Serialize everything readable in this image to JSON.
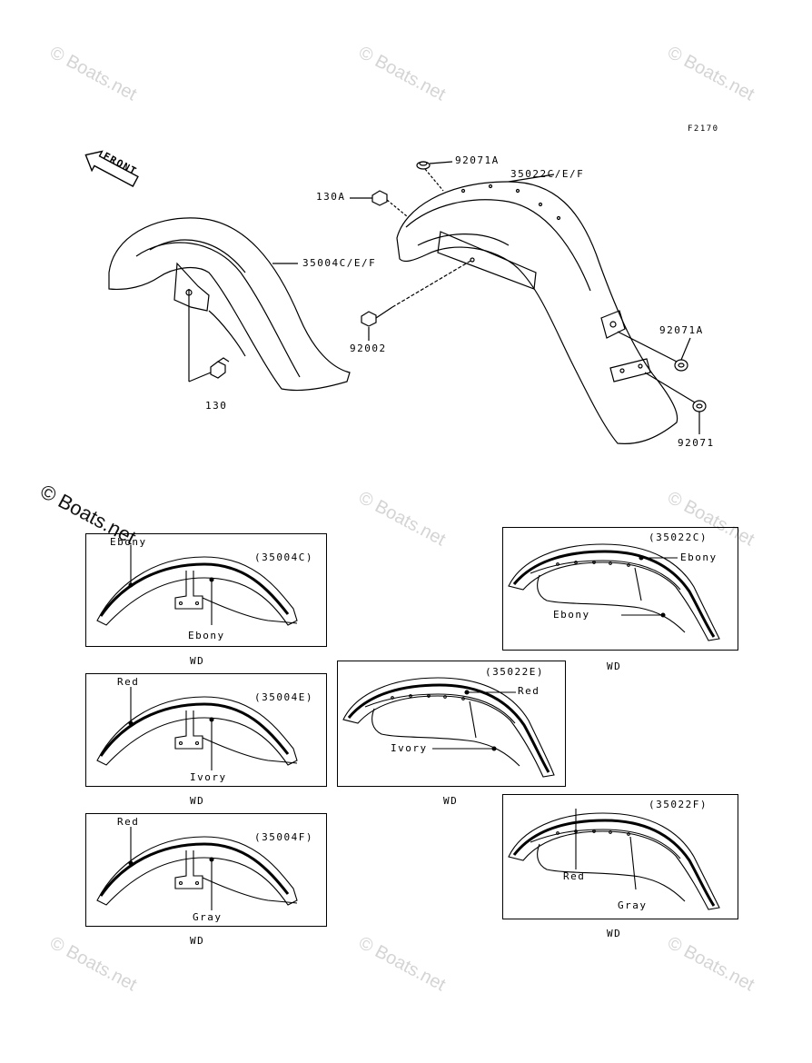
{
  "figure_code": "F2170",
  "front_arrow": "FRONT",
  "watermark": "© Boats.net",
  "watermark_dark": "© Boats.net",
  "main_parts": {
    "front_fender": "35004C/E/F",
    "rear_fender": "35022C/E/F",
    "bolt_130": "130",
    "bolt_130A": "130A",
    "bolt_92002": "92002",
    "cap_92071A_top": "92071A",
    "cap_92071A_side": "92071A",
    "cap_92071": "92071"
  },
  "variants": [
    {
      "code": "(35004C)",
      "labels": [
        "Ebony",
        "Ebony"
      ],
      "note": "WD"
    },
    {
      "code": "(35004E)",
      "labels": [
        "Red",
        "Ivory"
      ],
      "note": "WD"
    },
    {
      "code": "(35004F)",
      "labels": [
        "Red",
        "Gray"
      ],
      "note": "WD"
    },
    {
      "code": "(35022C)",
      "labels": [
        "Ebony",
        "Ebony"
      ],
      "note": "WD"
    },
    {
      "code": "(35022E)",
      "labels": [
        "Red",
        "Ivory"
      ],
      "note": "WD"
    },
    {
      "code": "(35022F)",
      "labels": [
        "Red",
        "Gray"
      ],
      "note": "WD"
    }
  ]
}
